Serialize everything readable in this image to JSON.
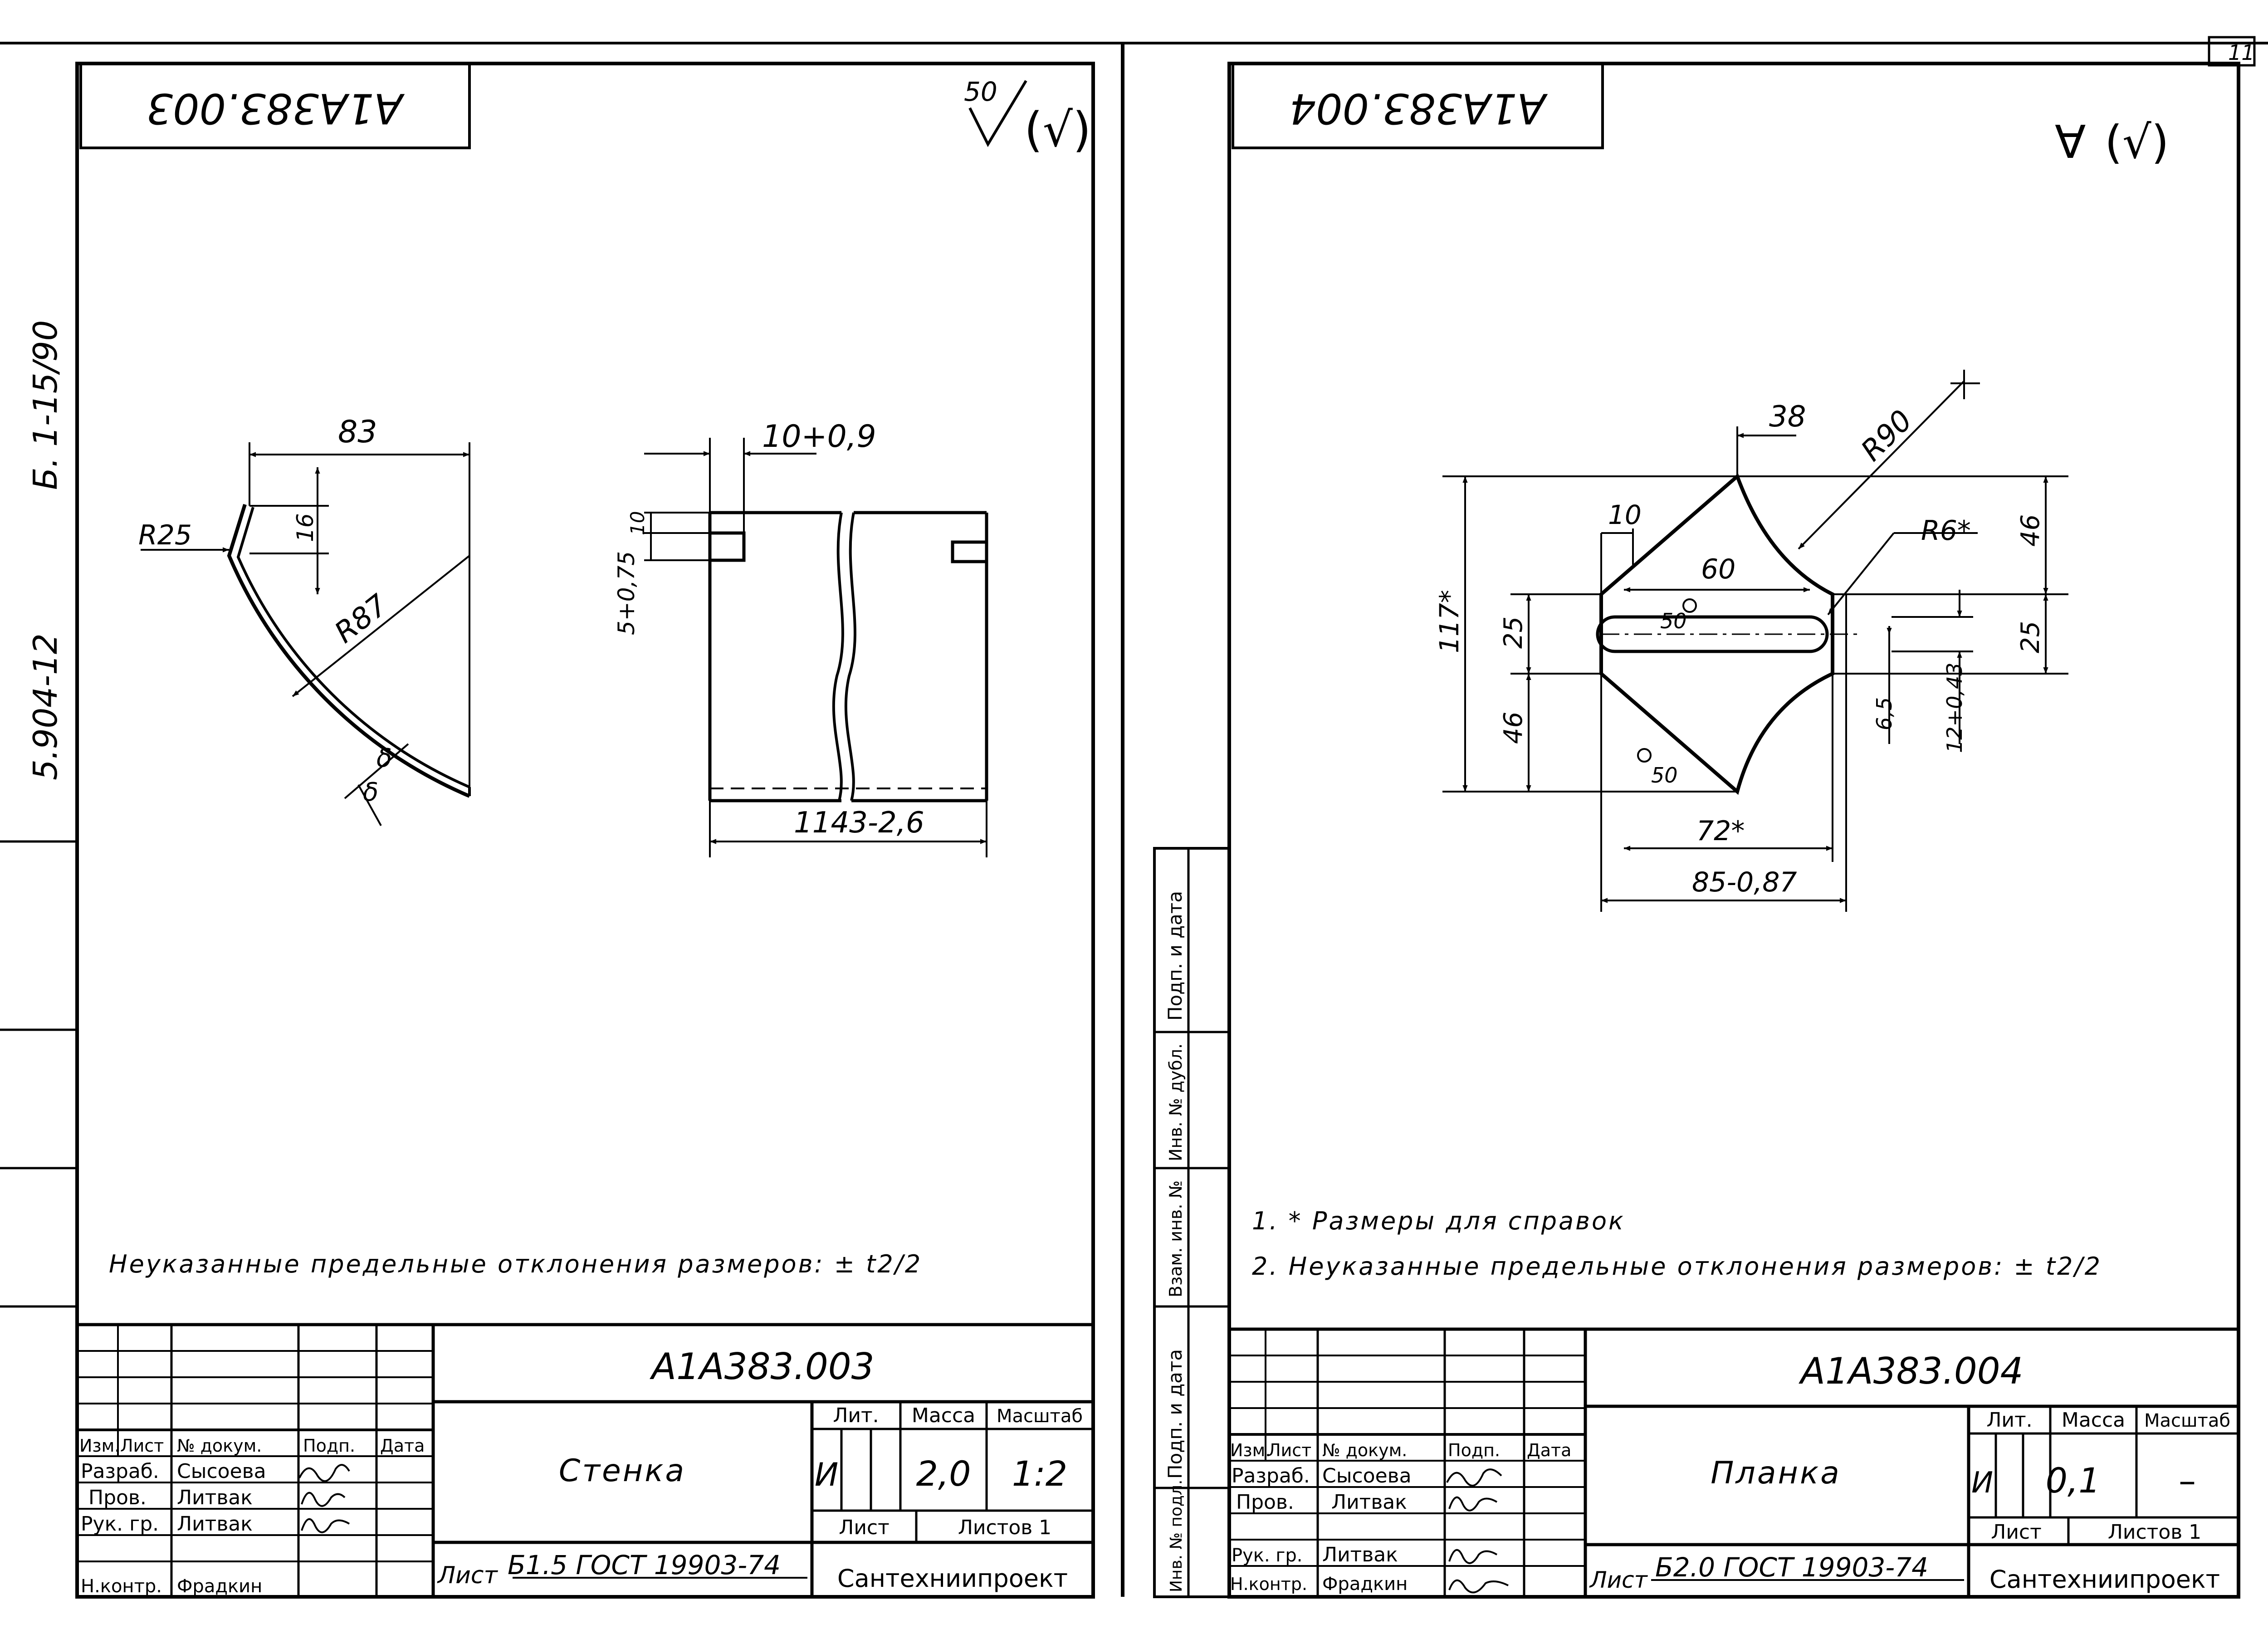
{
  "page_number": "11",
  "margin_code": {
    "series": "Б. 1-15/90",
    "code": "5.904-12"
  },
  "left_sheet": {
    "corner_code": "А1А383.003",
    "roughness": {
      "value": "50",
      "tail": "(√)"
    },
    "dimensions": {
      "width_83": "83",
      "radius_r25": "R25",
      "height_16": "16",
      "radius_r87": "R87",
      "slot_10_09": "10+0,9",
      "slot_10": "10",
      "slot_5_075": "5+0,75",
      "length_1143": "1143-2,6",
      "thickness_mark": "δ"
    },
    "note": "Неуказанные предельные отклонения размеров: ± t2/2",
    "title_block": {
      "designation": "А1А383.003",
      "name": "Стенка",
      "header": [
        "Изм.",
        "Лист",
        "№ докум.",
        "Подп.",
        "Дата"
      ],
      "roles": [
        {
          "role": "Разраб.",
          "person": "Сысоева"
        },
        {
          "role": "Пров.",
          "person": "Литвак"
        },
        {
          "role": "Рук. гр.",
          "person": "Литвак"
        },
        {
          "role": "Н.контр.",
          "person": "Фрадкин"
        }
      ],
      "lit_label": "Лит.",
      "lit_value": "И",
      "mass_label": "Масса",
      "mass_value": "2,0",
      "scale_label": "Масштаб",
      "scale_value": "1:2",
      "sheet_label": "Лист",
      "sheets_label": "Листов 1",
      "material_prefix": "Лист",
      "material": "Б1.5 ГОСТ 19903-74",
      "org": "Сантехниипроект"
    }
  },
  "right_sheet": {
    "corner_code": "А1А383.004",
    "roughness": {
      "value": "∀",
      "tail": "(√)"
    },
    "dimensions": {
      "width_38": "38",
      "radius_r90": "R90",
      "offset_10": "10",
      "radius_r6": "R6*",
      "slot_60": "60",
      "h_46_top": "46",
      "h_25_right": "25",
      "h_117": "117*",
      "h_25_left": "25",
      "h_46_left": "46",
      "slot_65": "6,5",
      "slot_12": "12+0,43",
      "rough_50a": "50",
      "rough_50b": "50",
      "width_72": "72*",
      "width_85": "85-0,87"
    },
    "notes": [
      "1. * Размеры для справок",
      "2. Неуказанные предельные отклонения размеров: ± t2/2"
    ],
    "side_stamp": [
      "Подп. и дата",
      "Инв. № дубл.",
      "Взам. инв. №",
      "Подп. и дата",
      "Инв. № подл."
    ],
    "title_block": {
      "designation": "А1А383.004",
      "name": "Планка",
      "header": [
        "Изм.",
        "Лист",
        "№ докум.",
        "Подп.",
        "Дата"
      ],
      "roles": [
        {
          "role": "Разраб.",
          "person": "Сысоева"
        },
        {
          "role": "Пров.",
          "person": "Литвак"
        },
        {
          "role": "Рук. гр.",
          "person": "Литвак"
        },
        {
          "role": "Н.контр.",
          "person": "Фрадкин"
        }
      ],
      "lit_label": "Лит.",
      "lit_value": "И",
      "mass_label": "Масса",
      "mass_value": "0,1",
      "scale_label": "Масштаб",
      "scale_value": "–",
      "sheet_label": "Лист",
      "sheets_label": "Листов 1",
      "material_prefix": "Лист",
      "material": "Б2.0 ГОСТ 19903-74",
      "org": "Сантехниипроект"
    }
  }
}
